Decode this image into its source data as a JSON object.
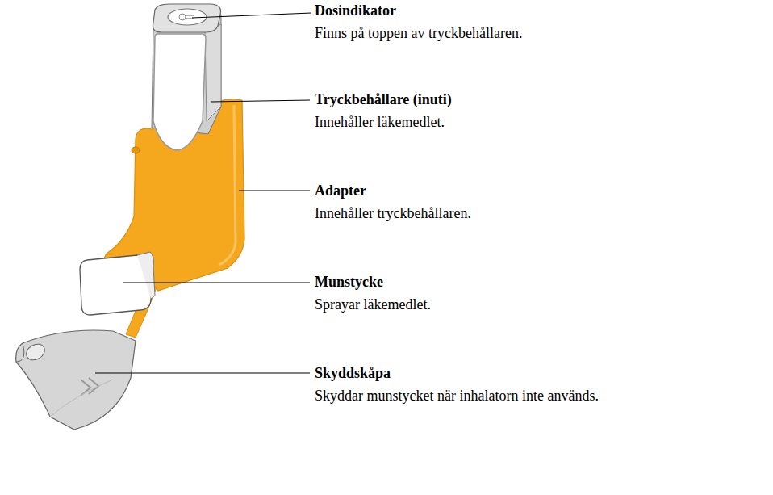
{
  "diagram": {
    "labels": [
      "Dosindikator",
      "Finns på toppen av tryckbehållaren.",
      "Tryckbehållare (inuti)",
      "Innehåller läkemedlet.",
      "Adapter",
      "Innehåller tryckbehållaren.",
      "Munstycke",
      "Sprayar läkemedlet.",
      "Skyddskåpa",
      "Skyddar munstycket när inhalatorn inte används."
    ]
  }
}
